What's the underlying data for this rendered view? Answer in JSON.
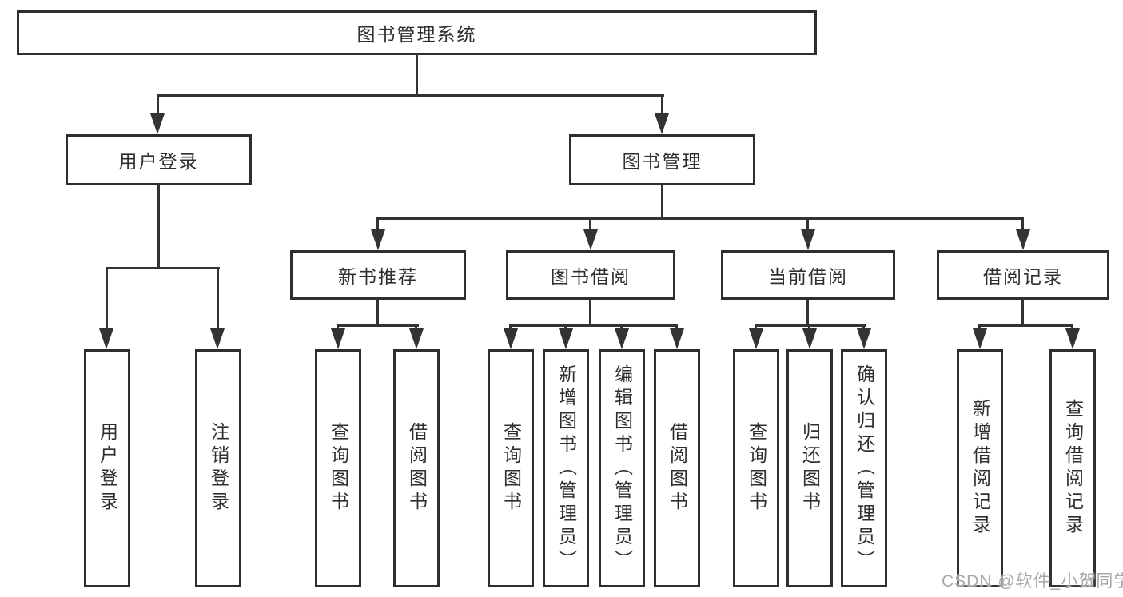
{
  "colors": {
    "background": "#ffffff",
    "line": "#333333",
    "box_border": "#2e2e2e",
    "text": "#2f2f2f",
    "watermark_text": "#a8a8a8"
  },
  "tree": {
    "root": {
      "label": "图书管理系统"
    },
    "branches": [
      {
        "label": "用户登录",
        "children": [
          {
            "label": "用户登录"
          },
          {
            "label": "注销登录"
          }
        ]
      },
      {
        "label": "图书管理",
        "sections": [
          {
            "label": "新书推荐",
            "children": [
              {
                "label": "查询图书"
              },
              {
                "label": "借阅图书"
              }
            ]
          },
          {
            "label": "图书借阅",
            "children": [
              {
                "label": "查询图书"
              },
              {
                "label": "新增图书（管理员）"
              },
              {
                "label": "编辑图书（管理员）"
              },
              {
                "label": "借阅图书"
              }
            ]
          },
          {
            "label": "当前借阅",
            "children": [
              {
                "label": "查询图书"
              },
              {
                "label": "归还图书"
              },
              {
                "label": "确认归还（管理员）"
              }
            ]
          },
          {
            "label": "借阅记录",
            "children": [
              {
                "label": "新增借阅记录"
              },
              {
                "label": "查询借阅记录"
              }
            ]
          }
        ]
      }
    ]
  },
  "watermark": {
    "text": "CSDN @软件_小贺同学"
  }
}
